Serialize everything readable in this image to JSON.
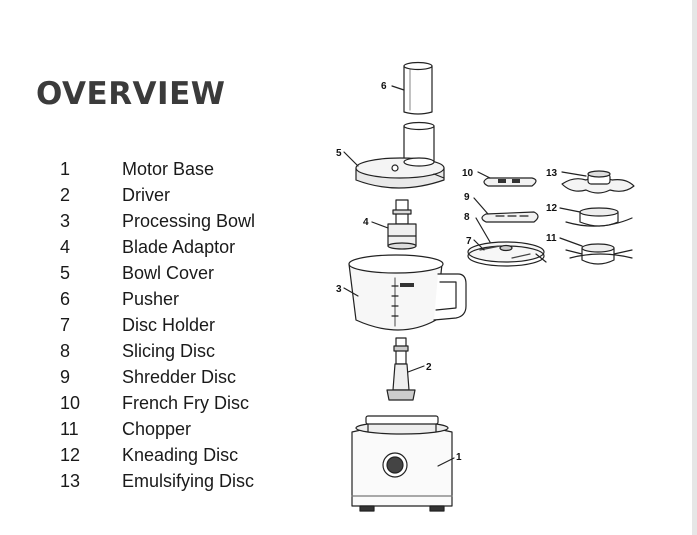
{
  "title": "OVERVIEW",
  "parts": [
    {
      "num": "1",
      "name": "Motor Base"
    },
    {
      "num": "2",
      "name": "Driver"
    },
    {
      "num": "3",
      "name": "Processing Bowl"
    },
    {
      "num": "4",
      "name": "Blade Adaptor"
    },
    {
      "num": "5",
      "name": "Bowl Cover"
    },
    {
      "num": "6",
      "name": "Pusher"
    },
    {
      "num": "7",
      "name": "Disc Holder"
    },
    {
      "num": "8",
      "name": "Slicing Disc"
    },
    {
      "num": "9",
      "name": "Shredder Disc"
    },
    {
      "num": "10",
      "name": "French Fry Disc"
    },
    {
      "num": "11",
      "name": "Chopper"
    },
    {
      "num": "12",
      "name": "Kneading Disc"
    },
    {
      "num": "13",
      "name": "Emulsifying Disc"
    }
  ],
  "callouts": {
    "c1": "1",
    "c2": "2",
    "c3": "3",
    "c4": "4",
    "c5": "5",
    "c6": "6",
    "c7": "7",
    "c8": "8",
    "c9": "9",
    "c10": "10",
    "c11": "11",
    "c12": "12",
    "c13": "13"
  }
}
